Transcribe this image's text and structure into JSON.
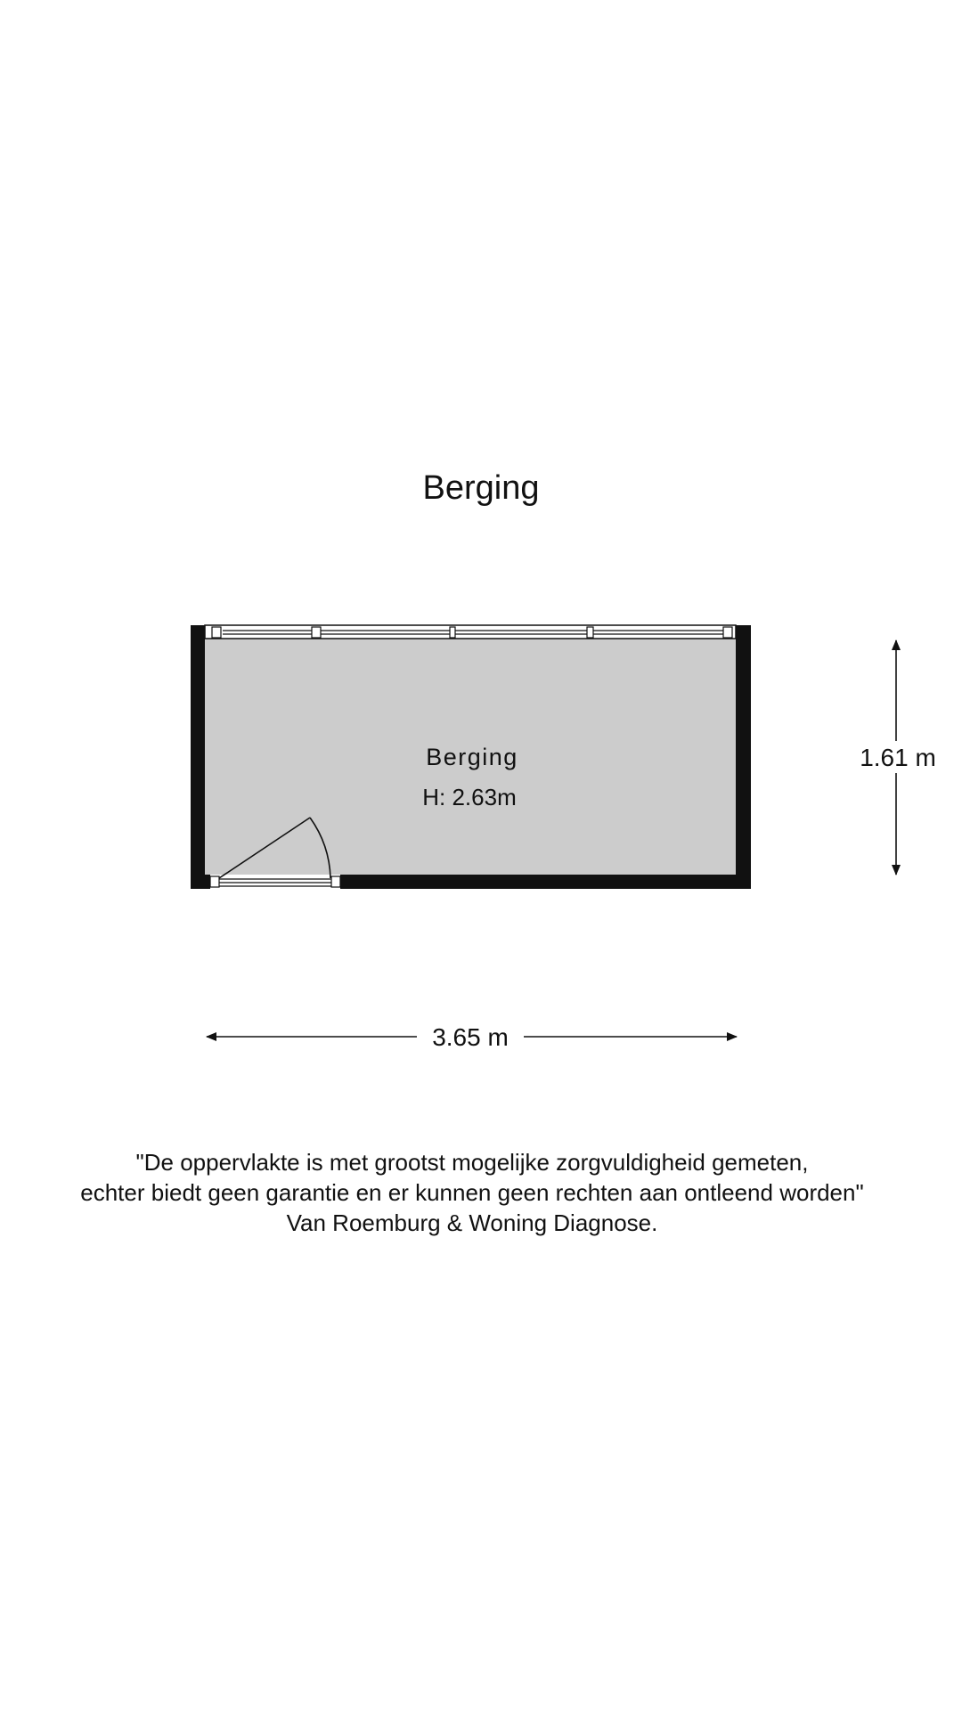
{
  "page_title": "Berging",
  "room": {
    "name": "Berging",
    "height_label": "H: 2.63m"
  },
  "dimensions": {
    "width_label": "3.65 m",
    "depth_label": "1.61 m"
  },
  "disclaimer": {
    "line1": "\"De oppervlakte is met grootst mogelijke zorgvuldigheid gemeten,",
    "line2": "echter biedt geen garantie en er kunnen geen rechten aan ontleend worden\"",
    "line3": "Van Roemburg & Woning Diagnose."
  },
  "colors": {
    "wall": "#111111",
    "floor": "#cccccc",
    "background": "#ffffff"
  }
}
